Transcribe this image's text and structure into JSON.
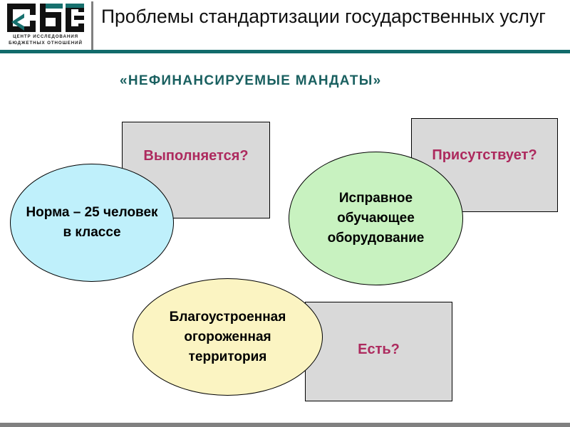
{
  "header": {
    "title": "Проблемы стандартизации государственных услуг",
    "logo": {
      "icon": "rbo-monogram-logo",
      "caption_line_1": "ЦЕНТР ИССЛЕДОВАНИЯ",
      "caption_line_2": "БЮДЖЕТНЫХ ОТНОШЕНИЙ"
    },
    "rule_color": "#126b6b",
    "divider_color": "#808080"
  },
  "slide": {
    "subtitle": "«НЕФИНАНСИРУЕМЫЕ  МАНДАТЫ»",
    "subtitle_color": "#1a6060",
    "background": "#ffffff"
  },
  "diagram": {
    "requirements": [
      {
        "id": "norm-class-size",
        "label": "Норма – 25 человек в классе",
        "fill": "#bff0fb",
        "stroke": "#000000"
      },
      {
        "id": "working-training-equipment",
        "label": "Исправное обучающее оборудование",
        "fill": "#c8f2c0",
        "stroke": "#000000"
      },
      {
        "id": "landscaped-fenced-territory",
        "label": "Благоустроенная огороженная территория",
        "fill": "#fbf4c2",
        "stroke": "#000000"
      }
    ],
    "questions": [
      {
        "id": "is-it-fulfilled",
        "label": "Выполняется?",
        "fill": "#d9d9d9",
        "text_color": "#ad2a5e"
      },
      {
        "id": "is-it-present",
        "label": "Присутствует?",
        "fill": "#d9d9d9",
        "text_color": "#ad2a5e"
      },
      {
        "id": "does-it-exist",
        "label": "Есть?",
        "fill": "#d9d9d9",
        "text_color": "#ad2a5e"
      }
    ]
  }
}
